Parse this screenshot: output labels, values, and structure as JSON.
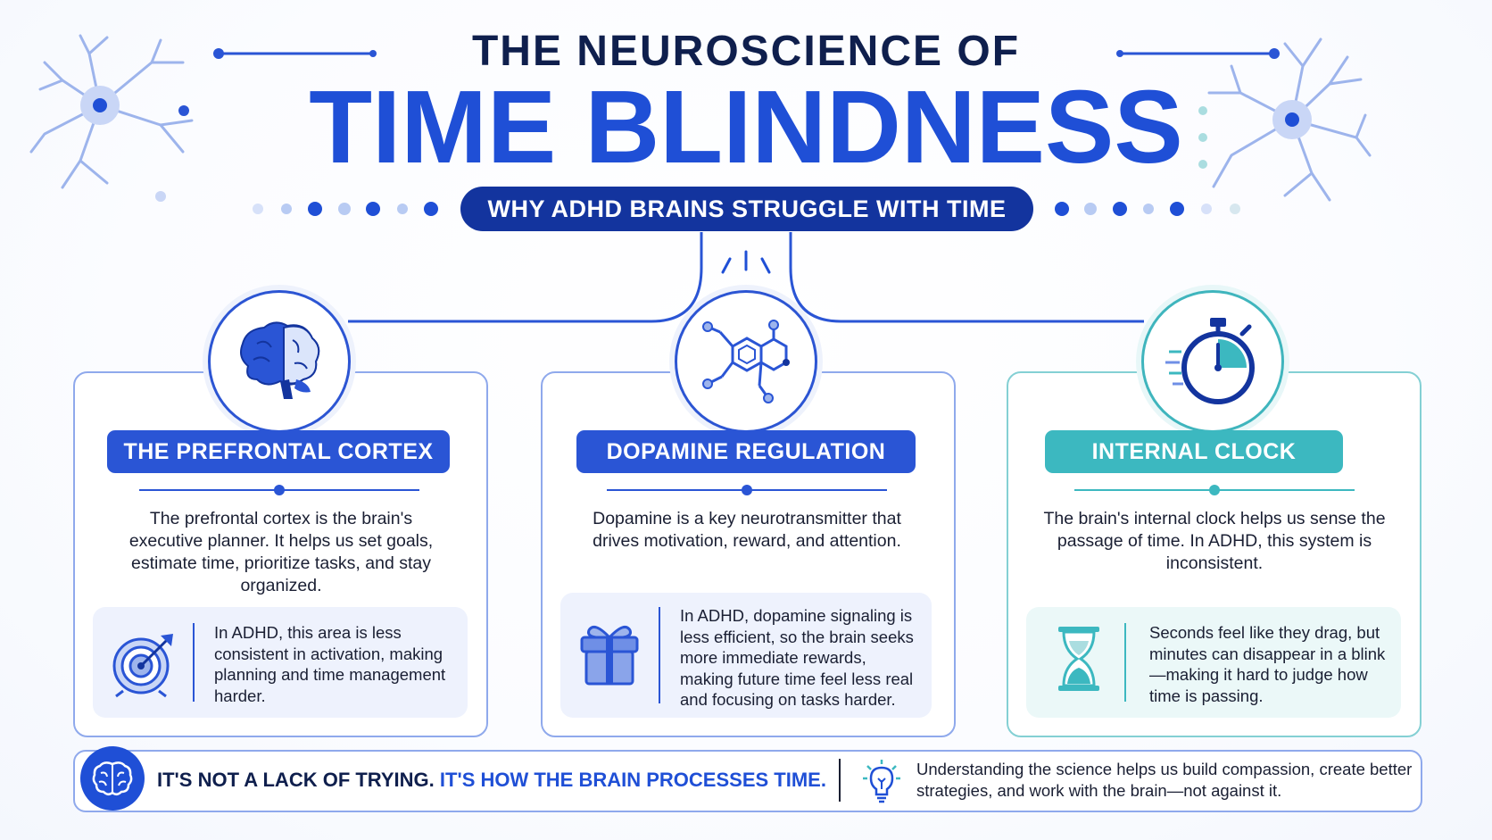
{
  "header": {
    "title_top": "THE NEUROSCIENCE OF",
    "title_main": "TIME BLINDNESS",
    "subtitle": "WHY ADHD BRAINS STRUGGLE WITH TIME"
  },
  "cards": [
    {
      "title": "THE PREFRONTAL CORTEX",
      "icon": "brain-icon",
      "description": "The prefrontal cortex is the brain's executive planner. It helps us set goals, estimate time, prioritize tasks, and stay organized.",
      "detail_icon": "target-icon",
      "detail": "In ADHD, this area is less consistent in activation, making planning and time management harder."
    },
    {
      "title": "DOPAMINE REGULATION",
      "icon": "molecule-icon",
      "description": "Dopamine is a key neurotransmitter that drives motivation, reward, and attention.",
      "detail_icon": "gift-icon",
      "detail": "In ADHD, dopamine signaling is less efficient, so the brain seeks more immediate rewards, making future time feel less real and focusing on tasks harder."
    },
    {
      "title": "INTERNAL CLOCK",
      "icon": "stopwatch-icon",
      "description": "The brain's internal clock helps us sense the passage of time. In ADHD, this system is inconsistent.",
      "detail_icon": "hourglass-icon",
      "detail": "Seconds feel like they drag, but minutes can disappear in a blink—making it hard to judge how time is passing."
    }
  ],
  "footer": {
    "icon": "brain-icon",
    "statement_part1": "IT'S NOT A LACK OF TRYING.",
    "statement_part2": "IT'S HOW THE BRAIN PROCESSES TIME.",
    "note_icon": "lightbulb-icon",
    "note": "Understanding the science helps us build compassion, create better strategies, and work with the brain—not against it."
  },
  "colors": {
    "primary_blue": "#1f4fd6",
    "navy": "#13349e",
    "teal": "#3cb8c0",
    "text_dark": "#0f1f4d"
  }
}
